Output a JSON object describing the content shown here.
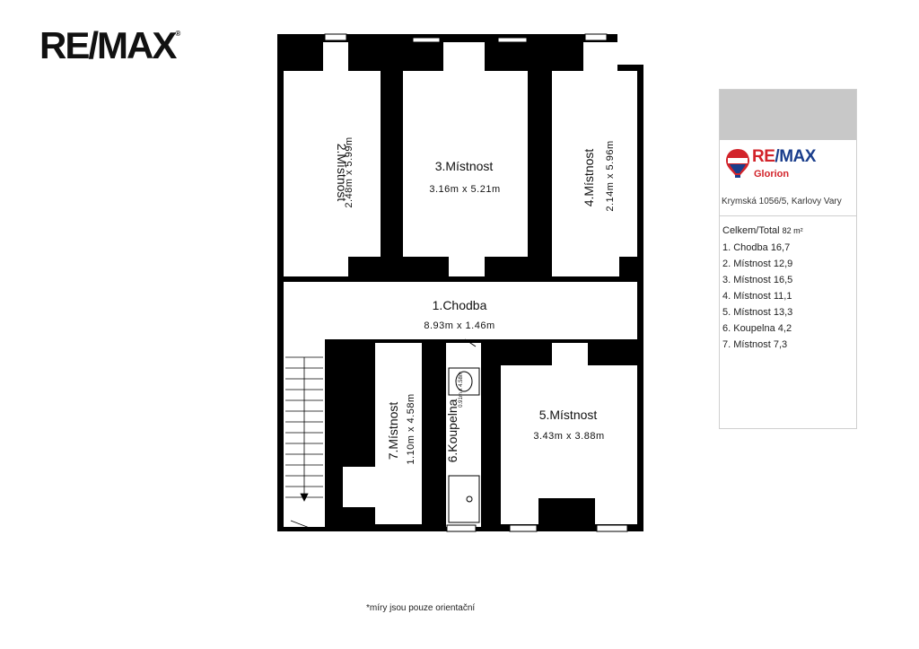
{
  "brand": {
    "logo_text": "RE/MAX",
    "panel_logo": "RE/MAX",
    "office": "Glorion",
    "address": "Krymská 1056/5, Karlovy Vary",
    "colors": {
      "red": "#d2232a",
      "blue": "#1a3e8c",
      "wall": "#000000"
    }
  },
  "summary": {
    "total_label": "Celkem/Total",
    "total_value": "82 m²",
    "rooms": [
      "1.  Chodba 16,7",
      "2.  Místnost 12,9",
      "3.  Místnost 16,5",
      "4.  Místnost 11,1",
      "5.  Místnost 13,3",
      "6.  Koupelna 4,2",
      "7.  Místnost 7,3"
    ]
  },
  "plan": {
    "rooms": [
      {
        "name": "1.Chodba",
        "dims": "8.93m x 1.46m"
      },
      {
        "name": "2.Místnost",
        "dims": "2.48m x 5.99m"
      },
      {
        "name": "3.Místnost",
        "dims": "3.16m x 5.21m"
      },
      {
        "name": "4.Místnost",
        "dims": "2.14m x 5.96m"
      },
      {
        "name": "5.Místnost",
        "dims": "3.43m x 3.88m"
      },
      {
        "name": "6.Koupelna",
        "dims": "0.91m x 4.58m"
      },
      {
        "name": "7.Místnost",
        "dims": "1.10m x 4.58m"
      }
    ]
  },
  "footnote": "*míry jsou pouze orientační"
}
